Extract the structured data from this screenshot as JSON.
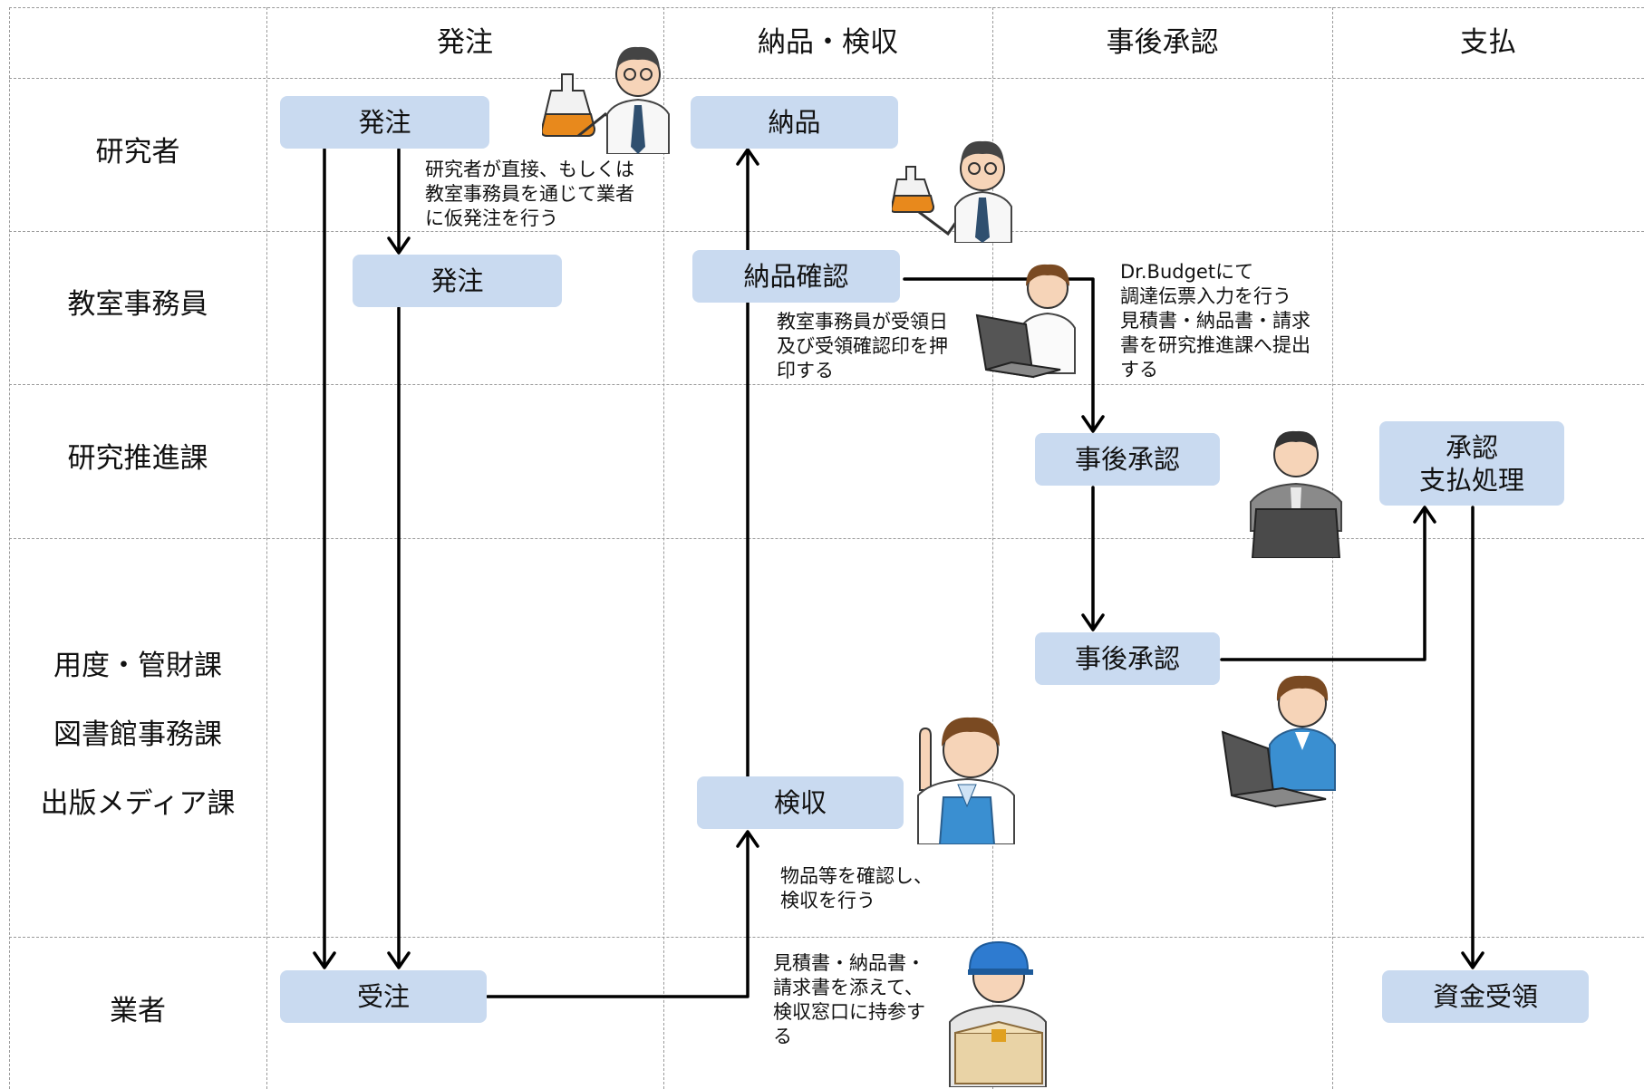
{
  "columns": [
    "発注",
    "納品・検収",
    "事後承認",
    "支払"
  ],
  "rows": {
    "researcher": "研究者",
    "office_staff": "教室事務員",
    "promotion_section": "研究推進課",
    "supply_section": [
      "用度・管財課",
      "図書館事務課",
      "出版メディア課"
    ],
    "vendor": "業者"
  },
  "boxes": {
    "order_researcher": "発注",
    "delivery": "納品",
    "order_staff": "発注",
    "delivery_confirm": "納品確認",
    "post_approval_promotion": "事後承認",
    "approval_payment": [
      "承認",
      "支払処理"
    ],
    "post_approval_supply": "事後承認",
    "inspection": "検収",
    "receive_order": "受注",
    "receive_funds": "資金受領"
  },
  "notes": {
    "provisional_order": "研究者が直接、もしくは\n教室事務員を通じて業者\nに仮発注を行う",
    "receipt_stamp": "教室事務員が受領日\n及び受領確認印を押\n印する",
    "dr_budget": "Dr.Budgetにて\n調達伝票入力を行う\n見積書・納品書・請求\n書を研究推進課へ提出\nする",
    "inspection_note": "物品等を確認し、\n検収を行う",
    "vendor_note": "見積書・納品書・\n請求書を添えて、\n検収窓口に持参す\nる"
  },
  "illustrations": [
    "researcher-with-flask",
    "researcher-with-flask",
    "office-staff-laptop",
    "male-clerk-laptop",
    "female-clerk-laptop",
    "female-clerk-pointing",
    "delivery-worker-box"
  ],
  "colors": {
    "box_fill": "#c9daf0",
    "grid_line": "#9a9a9a",
    "arrow": "#000000"
  }
}
